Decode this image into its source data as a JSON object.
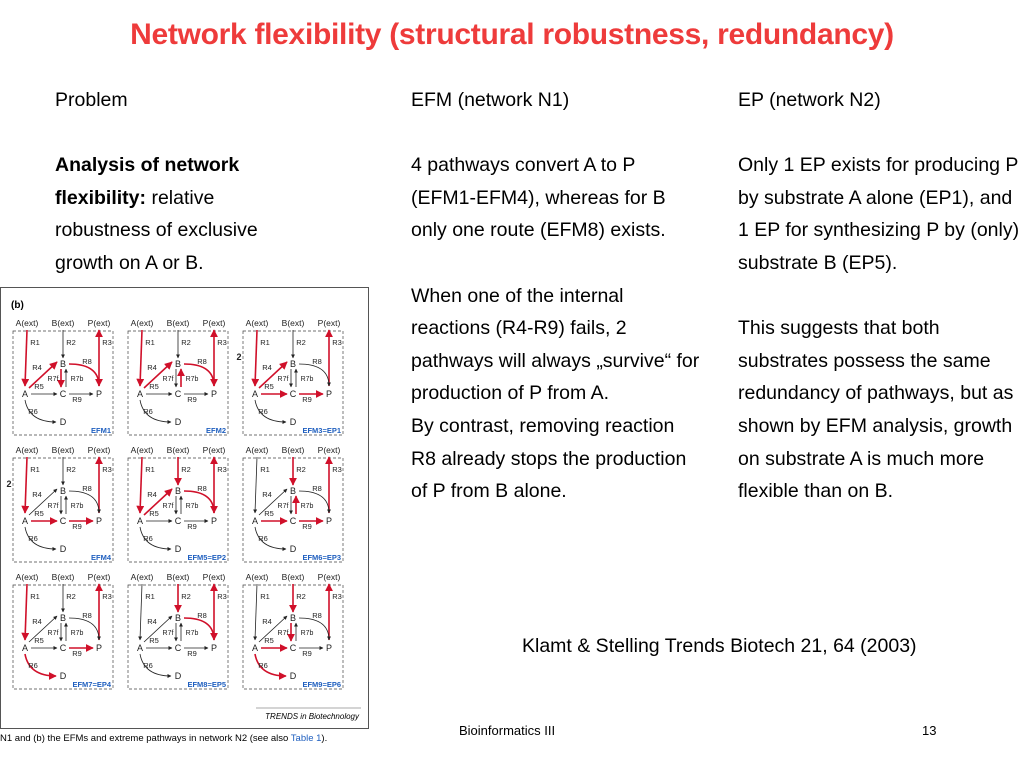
{
  "title": "Network flexibility (structural robustness, redundancy)",
  "col1": {
    "heading": "Problem",
    "bold": "Analysis of network flexibility:",
    "rest": " relative robustness of exclusive growth on A or B."
  },
  "col2": {
    "heading": "EFM (network N1)",
    "p1": "4 pathways convert A to P (EFM1-EFM4), whereas for B only one route (EFM8) exists.",
    "p2": "When one of the internal reactions (R4-R9) fails, 2 pathways will always „survive“ for production of P from A.",
    "p3": "By contrast, removing reaction R8 already stops the production of P from B alone."
  },
  "col3": {
    "heading": "EP (network N2)",
    "p1": "Only 1 EP exists for producing P by substrate A alone (EP1), and 1 EP for synthesizing P by (only) substrate B (EP5).",
    "p2": "This suggests that both substrates possess the same redundancy of pathways, but as shown by EFM analysis, growth on substrate A is much more flexible than on B."
  },
  "citation": "Klamt & Stelling Trends Biotech 21, 64 (2003)",
  "footer": "Bioinformatics III",
  "page_number": "13",
  "caption": {
    "text": "N1 and (b) the EFMs and extreme pathways in network N2 (see also ",
    "link": "Table 1",
    "end": ")."
  },
  "figure": {
    "panel_label": "(b)",
    "credit": "TRENDS in Biotechnology",
    "node_ext": [
      "A(ext)",
      "B(ext)",
      "P(ext)"
    ],
    "nodes": [
      "A",
      "B",
      "C",
      "D",
      "P"
    ],
    "reactions": [
      "R1",
      "R2",
      "R3",
      "R4",
      "R5",
      "R6",
      "R7f",
      "R7b",
      "R8",
      "R9"
    ],
    "panels": [
      "EFM1",
      "EFM2",
      "EFM3=EP1",
      "EFM4",
      "EFM5=EP2",
      "EFM6=EP3",
      "EFM7=EP4",
      "EFM8=EP5",
      "EFM9=EP6"
    ],
    "badges": [
      "",
      "",
      "2",
      "2",
      "",
      "",
      "",
      "",
      ""
    ],
    "colors": {
      "active": "#d0102a",
      "inactive": "#222222",
      "label": "#1f5fbf"
    }
  }
}
